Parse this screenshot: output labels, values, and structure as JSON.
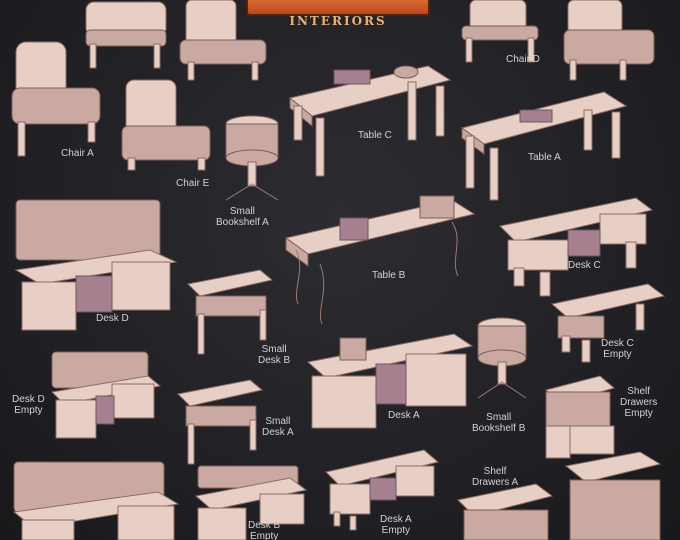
{
  "header": {
    "logo_subtitle": "INTERIORS"
  },
  "labels": {
    "chair_a": "Chair A",
    "chair_d": "Chair D",
    "chair_e": "Chair E",
    "table_a": "Table A",
    "table_b": "Table B",
    "table_c": "Table C",
    "small_bookshelf_a": [
      "Small",
      "Bookshelf A"
    ],
    "small_bookshelf_b": [
      "Small",
      "Bookshelf B"
    ],
    "desk_a": "Desk A",
    "desk_a_empty": [
      "Desk A",
      "Empty"
    ],
    "desk_b_empty": [
      "Desk B",
      "Empty"
    ],
    "desk_c": "Desk C",
    "desk_c_empty": [
      "Desk C",
      "Empty"
    ],
    "desk_d": "Desk D",
    "desk_d_empty": [
      "Desk D",
      "Empty"
    ],
    "small_desk_a": [
      "Small",
      "Desk A"
    ],
    "small_desk_b": [
      "Small",
      "Desk B"
    ],
    "shelf_drawers_a": [
      "Shelf",
      "Drawers A"
    ],
    "shelf_drawers_empty": [
      "Shelf",
      "Drawers",
      "Empty"
    ]
  },
  "colors": {
    "background": "#222226",
    "miniature": "#e8cfc5",
    "label": "#d2d2d6",
    "logo_banner": "#d4622a"
  }
}
